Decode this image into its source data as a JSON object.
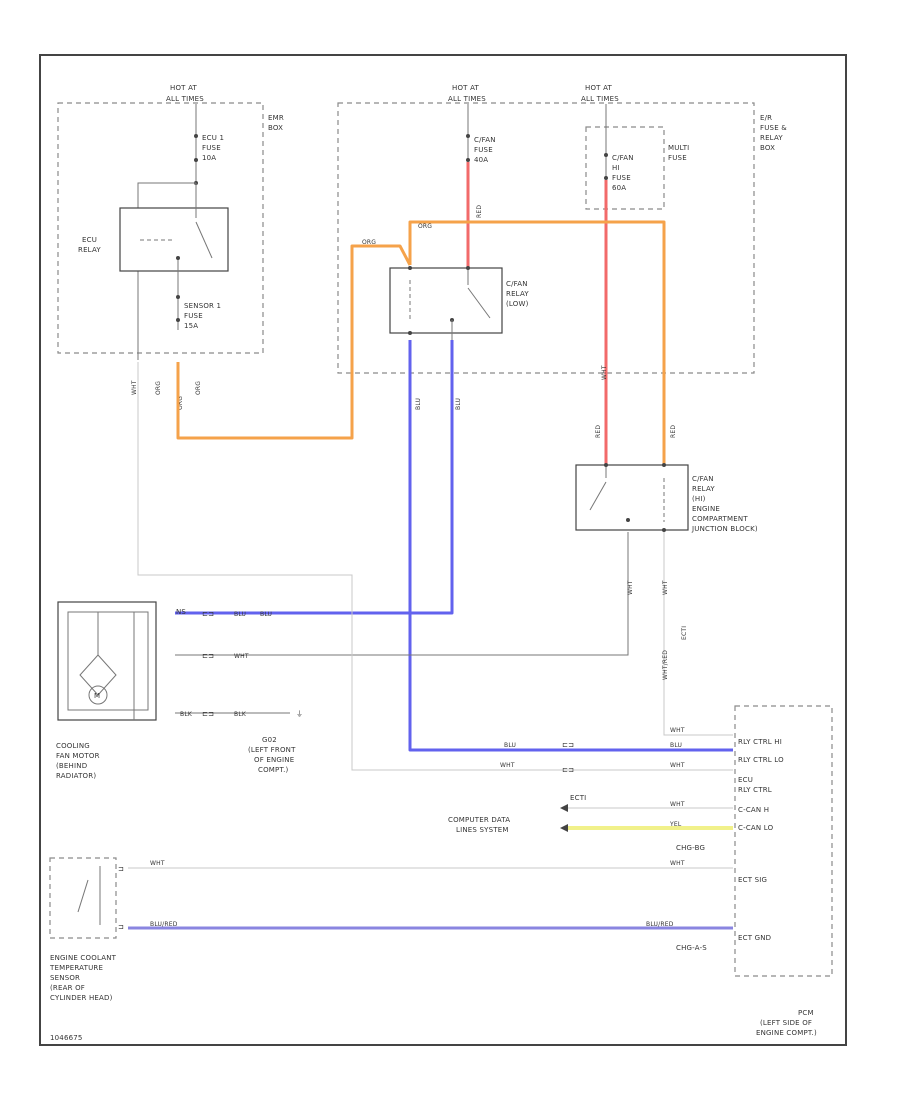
{
  "labels": {
    "hot1": "HOT AT",
    "hot1b": "ALL TIMES",
    "hot2": "HOT AT",
    "hot2b": "ALL TIMES",
    "hot3": "HOT AT",
    "hot3b": "ALL TIMES",
    "emr1": "EMR",
    "emr2": "BOX",
    "ecu_fuse1": "ECU 1",
    "ecu_fuse2": "FUSE",
    "ecu_fuse3": "10A",
    "ecu_relay1": "ECU",
    "ecu_relay2": "RELAY",
    "sensor_fuse1": "SENSOR 1",
    "sensor_fuse2": "FUSE",
    "sensor_fuse3": "15A",
    "cfan_fuse1": "C/FAN",
    "cfan_fuse2": "FUSE",
    "cfan_fuse3": "40A",
    "multi1": "MULTI",
    "multi2": "FUSE",
    "cfanhi1": "C/FAN",
    "cfanhi2": "HI",
    "cfanhi3": "FUSE",
    "cfanhi4": "60A",
    "efr1": "E/R",
    "efr2": "FUSE &",
    "efr3": "RELAY",
    "efr4": "BOX",
    "lowrelay1": "C/FAN",
    "lowrelay2": "RELAY",
    "lowrelay3": "(LOW)",
    "hirelay1": "C/FAN",
    "hirelay2": "RELAY",
    "hirelay3": "(HI)",
    "ecomp1": "ENGINE",
    "ecomp2": "COMPARTMENT",
    "ecomp3": "JUNCTION BLOCK)",
    "cooling1": "COOLING",
    "cooling2": "FAN MOTOR",
    "cooling3": "(BEHIND",
    "cooling4": "RADIATOR)",
    "g02_1": "G02",
    "g02_2": "(LEFT FRONT",
    "g02_3": "OF ENGINE",
    "g02_4": "COMPT.)",
    "computer1": "COMPUTER DATA",
    "computer2": "LINES SYSTEM",
    "ect1": "ENGINE COOLANT",
    "ect2": "TEMPERATURE",
    "ect3": "SENSOR",
    "ect4": "(REAR OF",
    "ect5": "CYLINDER HEAD)",
    "pcm1": "PCM",
    "pcm2": "(LEFT SIDE OF",
    "pcm3": "ENGINE COMPT.)",
    "pin_rly_hi": "RLY CTRL HI",
    "pin_rly_lo": "RLY CTRL LO",
    "pin_ecu1": "ECU",
    "pin_ecu2": "RLY CTRL",
    "pin_ccan_h": "C-CAN H",
    "pin_ccan_l": "C-CAN LO",
    "pin_ect_sig": "ECT SIG",
    "pin_ect_gnd": "ECT GND",
    "conn1": "CHG-BG",
    "conn2": "CHG-A-S",
    "ecti": "ECTI",
    "ecti2": "ECTI",
    "footer": "1046675"
  },
  "wires": {
    "org1": "ORG",
    "org2": "ORG",
    "org3": "ORG",
    "org4": "ORG",
    "org5": "ORG",
    "red1": "RED",
    "red2": "RED",
    "red3": "RED",
    "blu1": "BLU",
    "blu2": "BLU",
    "blu3": "BLU",
    "blu4": "BLU",
    "blu5": "BLU",
    "wht1": "WHT",
    "wht2": "WHT",
    "wht3": "WHT",
    "wht4": "WHT",
    "wht5": "WHT",
    "wht6": "WHT",
    "wht7": "WHT",
    "wht8": "WHT",
    "wht9": "WHT",
    "wht10": "WHT",
    "yel": "YEL",
    "blk": "BLK",
    "blured1": "BLU/RED",
    "blured2": "BLU/RED",
    "whtred": "WHT/RED",
    "blu_m": "BLU",
    "wht_m": "WHT",
    "blk_m": "BLK"
  },
  "colors": {
    "orange": "#f5a24a",
    "red": "#f26a6a",
    "blue": "#6262ee",
    "yellow": "#f1f18a",
    "blue_red": "#8a85e0"
  }
}
